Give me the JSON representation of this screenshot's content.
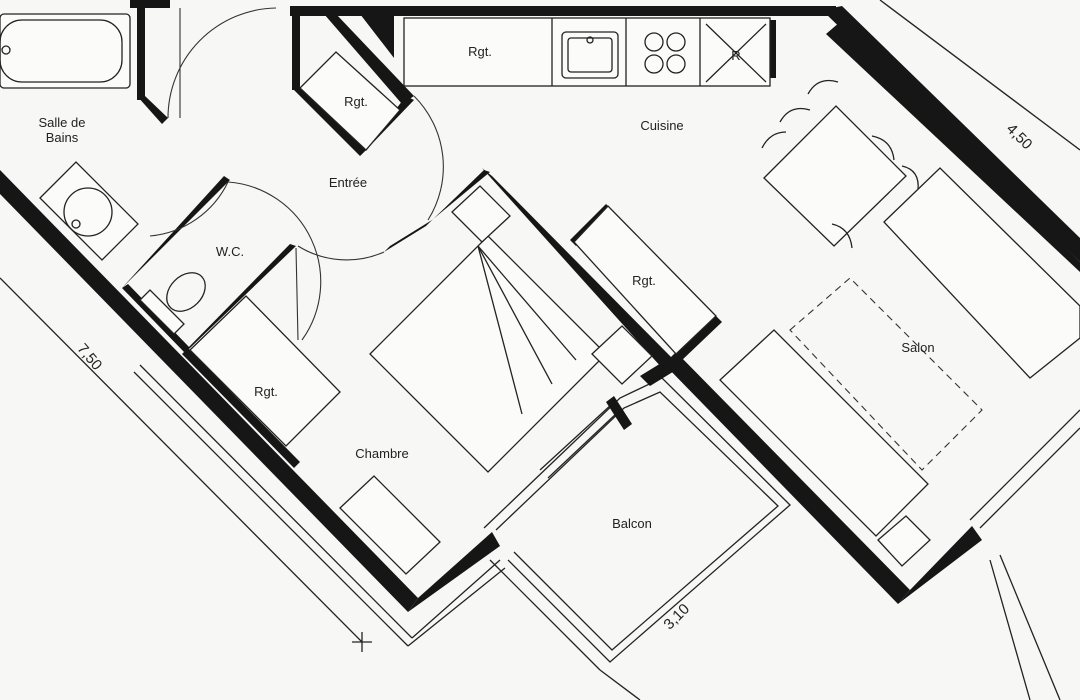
{
  "rooms": {
    "salle_de_bains_line1": "Salle de",
    "salle_de_bains_line2": "Bains",
    "entree": "Entrée",
    "wc": "W.C.",
    "cuisine": "Cuisine",
    "salon": "Salon",
    "chambre": "Chambre",
    "balcon": "Balcon"
  },
  "storage": {
    "kitchen_top": "Rgt.",
    "entry": "Rgt.",
    "bedroom_closet": "Rgt.",
    "salon_closet": "Rgt."
  },
  "appliances": {
    "fridge": "R"
  },
  "dimensions": {
    "left": "7,50",
    "top_right": "4,50",
    "bottom": "3,10"
  }
}
